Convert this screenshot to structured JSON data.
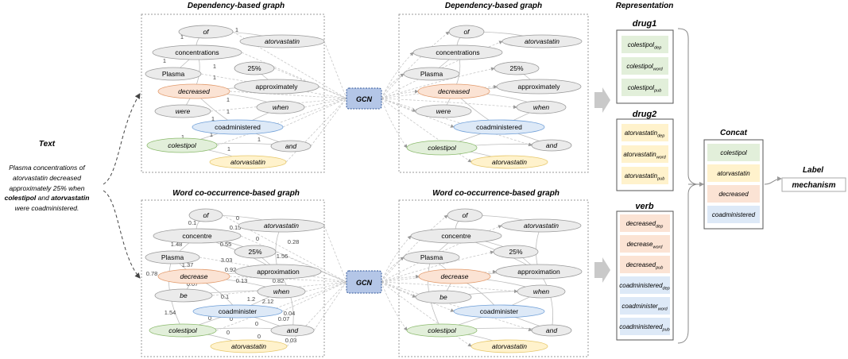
{
  "titles": {
    "dep_graph": "Dependency-based graph",
    "cooc_graph": "Word co-occurrence-based graph",
    "representation": "Representation",
    "concat": "Concat",
    "label": "Label",
    "text": "Text"
  },
  "text_block": {
    "line1": "Plasma concentrations of",
    "line2": "atorvastatin decreased",
    "line3": "approximately 25% when",
    "line4_bold1": "colestipol",
    "line4_mid": "and",
    "line4_bold2": "atorvastatin",
    "line5": "were coadministered."
  },
  "gcn_label": "GCN",
  "dep_nodes": {
    "of": "of",
    "atorvastatin1": "atorvastatin",
    "concentrations": "concentrations",
    "plasma": "Plasma",
    "pct": "25%",
    "decreased": "decreased",
    "approximately": "approximately",
    "were": "were",
    "when": "when",
    "coadministered": "coadministered",
    "colestipol": "colestipol",
    "and": "and",
    "atorvastatin2": "atorvastatin"
  },
  "cooc_nodes": {
    "of": "of",
    "atorvastatin1": "atorvastatin",
    "concentre": "concentre",
    "plasma": "Plasma",
    "pct": "25%",
    "decrease": "decrease",
    "approximation": "approximation",
    "be": "be",
    "when": "when",
    "coadminister": "coadminister",
    "colestipol": "colestipol",
    "and": "and",
    "atorvastatin2": "atorvastatin"
  },
  "dep_weights": [
    "1",
    "1",
    "1",
    "1",
    "1",
    "1",
    "1",
    "1",
    "1",
    "1",
    "1",
    "1",
    "1",
    "1"
  ],
  "cooc_weights": [
    "0",
    "0.1",
    "0.15",
    "1.48",
    "0.55",
    "0",
    "0.28",
    "1.37",
    "3.03",
    "1.56",
    "0.78",
    "0.92",
    "0.07",
    "0.13",
    "0.82",
    "0.1",
    "1.2",
    "2.12",
    "1.54",
    "0",
    "0",
    "0",
    "0.04",
    "0.07",
    "0",
    "0",
    "0.03"
  ],
  "representation": {
    "drug1": {
      "title": "drug1",
      "items": [
        {
          "base": "colestipol",
          "sub": "dep"
        },
        {
          "base": "colestipol",
          "sub": "word"
        },
        {
          "base": "colestipol",
          "sub": "pub"
        }
      ]
    },
    "drug2": {
      "title": "drug2",
      "items": [
        {
          "base": "atorvastatin",
          "sub": "dep"
        },
        {
          "base": "atorvastatin",
          "sub": "word"
        },
        {
          "base": "atorvastatin",
          "sub": "pub"
        }
      ]
    },
    "verb": {
      "title": "verb",
      "items": [
        {
          "base": "decreased",
          "sub": "dep"
        },
        {
          "base": "decrease",
          "sub": "word"
        },
        {
          "base": "decreased",
          "sub": "pub"
        },
        {
          "base": "coadministered",
          "sub": "dep"
        },
        {
          "base": "coadminister",
          "sub": "word"
        },
        {
          "base": "coadministered",
          "sub": "pub"
        }
      ]
    }
  },
  "concat_items": [
    "colestipol",
    "atorvastatin",
    "decreased",
    "coadministered"
  ],
  "label_value": "mechanism",
  "colors": {
    "gray_node": "#ebebeb",
    "orange_node": "#fbe3d4",
    "blue_node": "#dde9f7",
    "green_node": "#e2efda",
    "yellow_node": "#fff2cc",
    "gcn_fill": "#b4c6e7",
    "gcn_stroke": "#2f5597",
    "arrow_gray": "#bfbfbf"
  }
}
